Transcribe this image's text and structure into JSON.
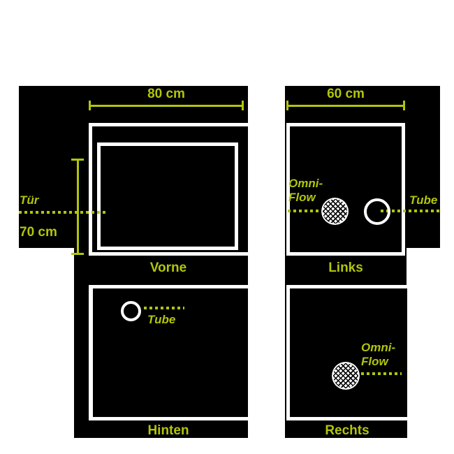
{
  "diagram": {
    "title": "grow-tent four-view dimension diagram",
    "colors": {
      "accent": "#b2c50b",
      "panel": "#000000",
      "outline": "#ffffff"
    },
    "views": {
      "front": {
        "label": "Vorne",
        "width_dimension": "80 cm",
        "height_dimension": "70 cm",
        "door_label": "Tür"
      },
      "left": {
        "label": "Links",
        "width_dimension": "60 cm",
        "vent_line1": "Omni-",
        "vent_line2": "Flow",
        "tube_label": "Tube"
      },
      "back": {
        "label": "Hinten",
        "tube_label": "Tube"
      },
      "right": {
        "label": "Rechts",
        "vent_line1": "Omni-",
        "vent_line2": "Flow"
      }
    }
  }
}
